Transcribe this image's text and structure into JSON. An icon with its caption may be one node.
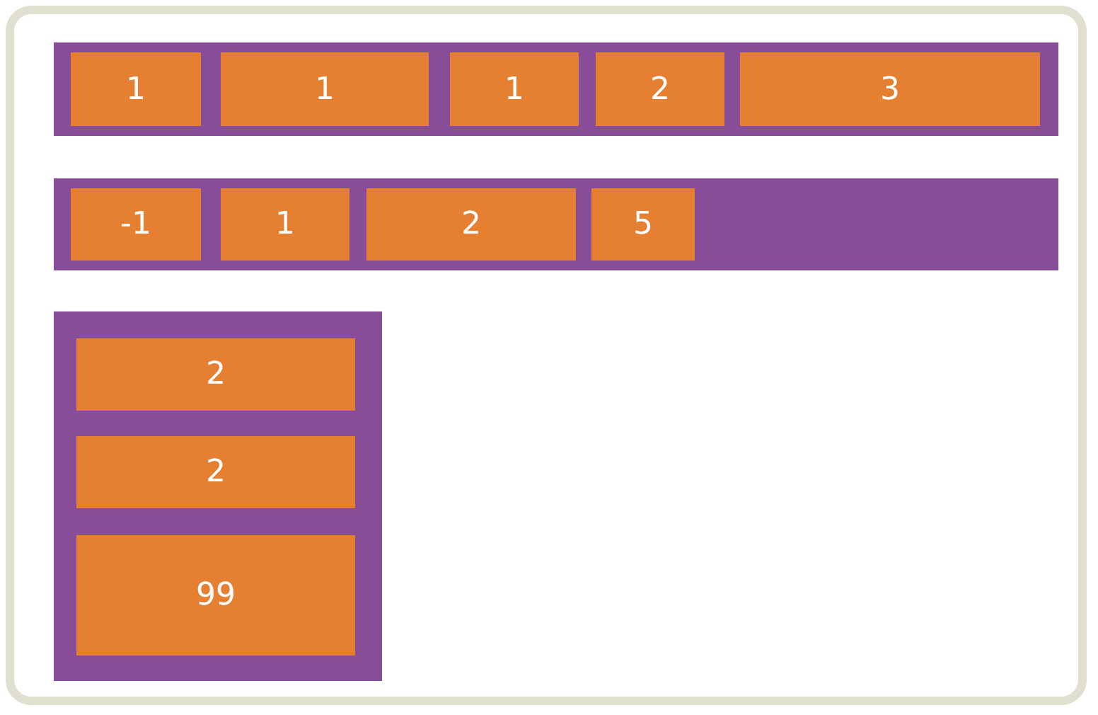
{
  "diagram": {
    "nodes": [
      {
        "text": [],
        "shape": "box"
      },
      {
        "text": [
          "1"
        ],
        "in": 0
      },
      {
        "text": [
          "1"
        ],
        "in": 0
      },
      {
        "text": [
          "1"
        ],
        "in": 0
      },
      {
        "text": [
          "2"
        ],
        "in": 0
      },
      {
        "text": [
          "3"
        ],
        "in": 0
      },
      {
        "text": [],
        "shape": "box"
      },
      {
        "text": [
          "-1"
        ],
        "in": 6
      },
      {
        "text": [
          "1"
        ],
        "in": 6
      },
      {
        "text": [
          "2"
        ],
        "in": 6
      },
      {
        "text": [
          "5"
        ],
        "in": 6
      },
      {
        "text": [],
        "shape": "box"
      },
      {
        "text": [
          "2"
        ],
        "in": 11
      },
      {
        "text": [
          "2"
        ],
        "in": 11
      },
      {
        "text": [
          "99"
        ],
        "in": 11
      }
    ]
  }
}
